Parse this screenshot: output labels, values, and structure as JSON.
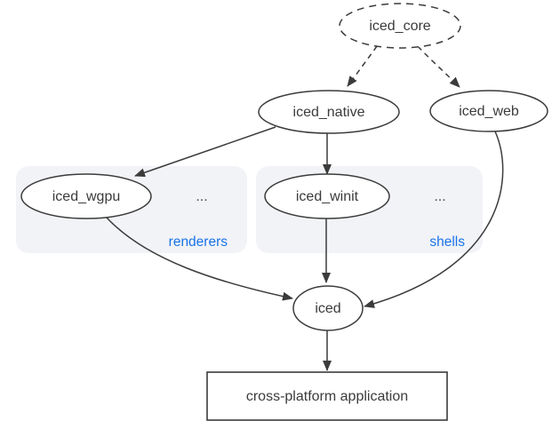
{
  "colors": {
    "background": "#ffffff",
    "stroke": "#3b3b3b",
    "text": "#3b3b3b",
    "group_background": "#f2f3f7",
    "accent_blue": "#1a73e8"
  },
  "nodes": {
    "core": {
      "label": "iced_core"
    },
    "native": {
      "label": "iced_native"
    },
    "web": {
      "label": "iced_web"
    },
    "wgpu": {
      "label": "iced_wgpu"
    },
    "winit": {
      "label": "iced_winit"
    },
    "iced": {
      "label": "iced"
    },
    "app": {
      "label": "cross-platform application"
    }
  },
  "groups": {
    "renderers": {
      "label": "renderers",
      "ellipsis": "..."
    },
    "shells": {
      "label": "shells",
      "ellipsis": "..."
    }
  }
}
